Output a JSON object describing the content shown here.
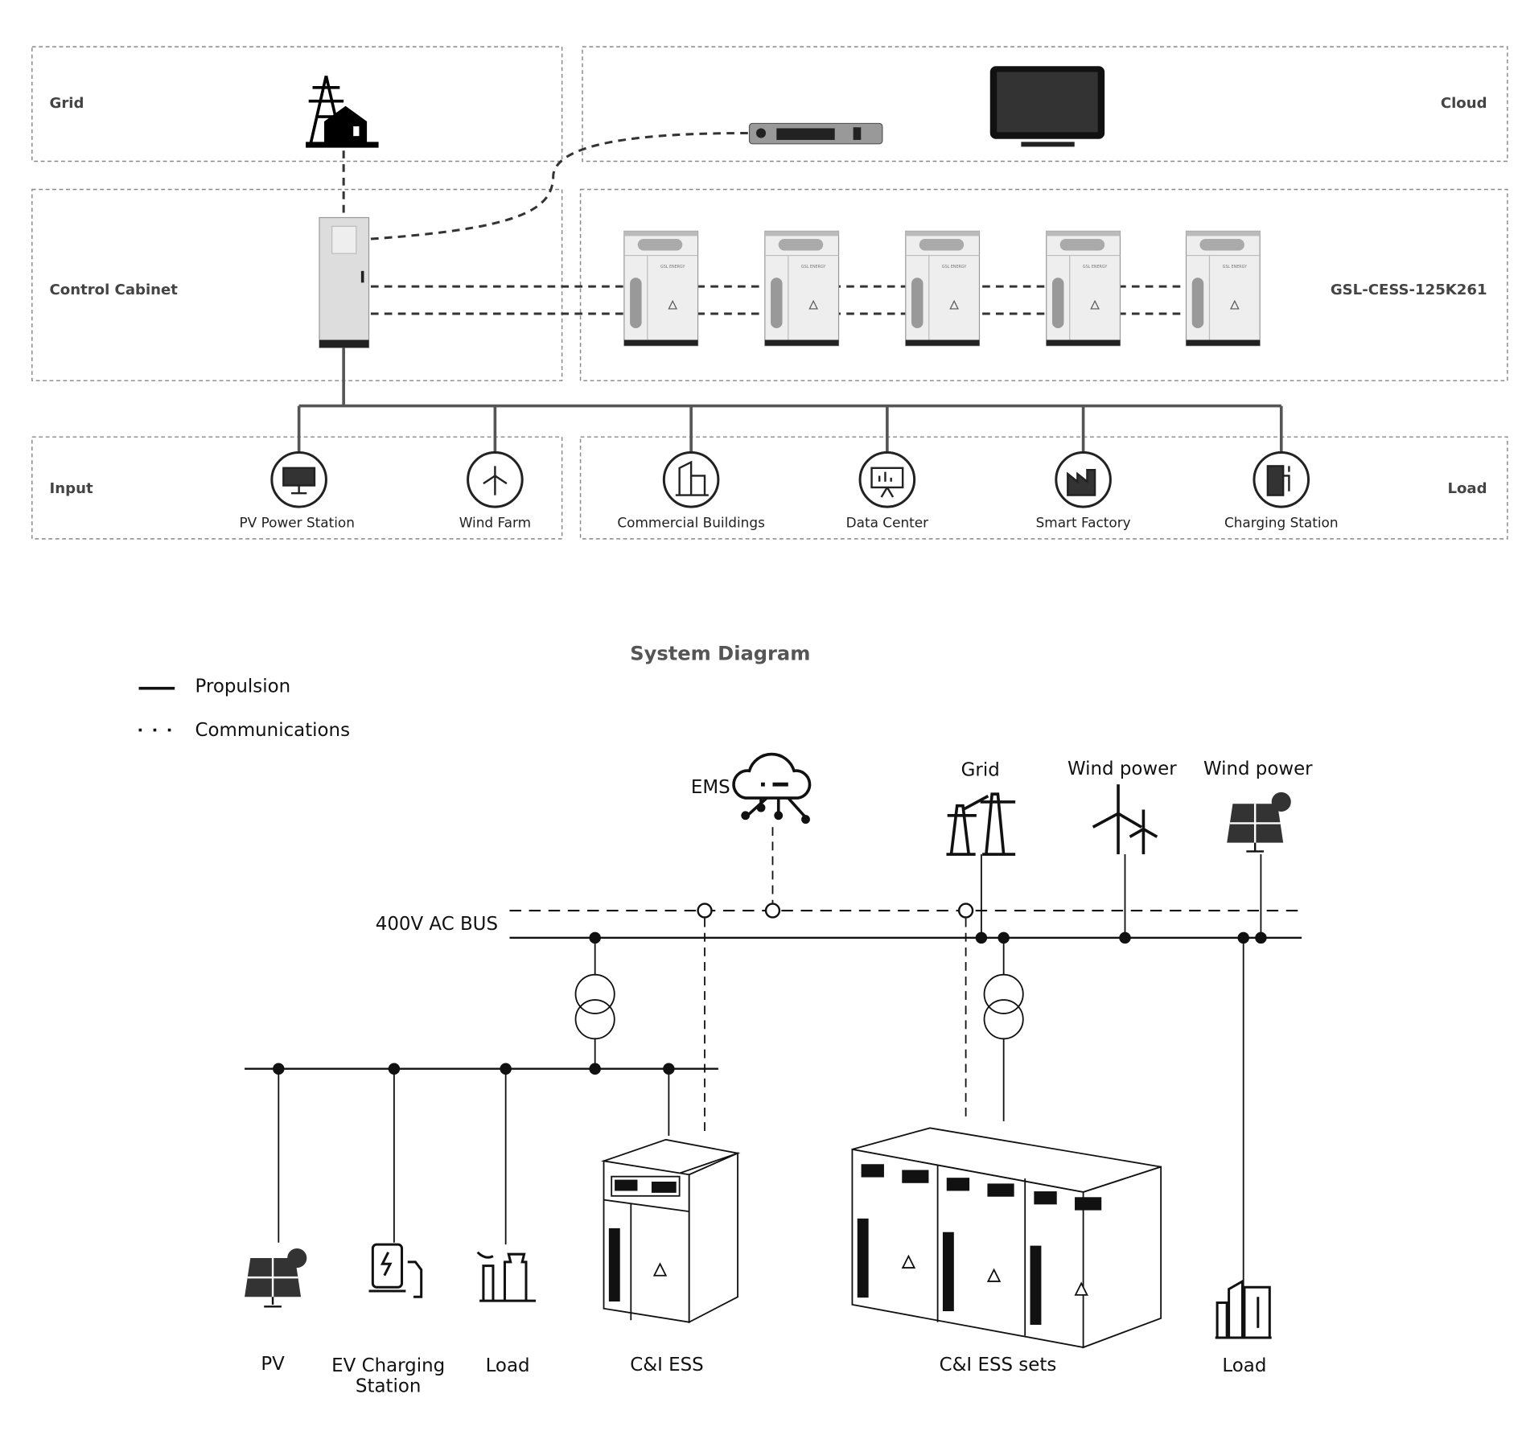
{
  "top": {
    "sections": {
      "grid": "Grid",
      "cloud": "Cloud",
      "control_cabinet": "Control Cabinet",
      "ess_model": "GSL-CESS-125K261",
      "input": "Input",
      "load": "Load"
    },
    "inputs": [
      "PV Power Station",
      "Wind Farm"
    ],
    "loads": [
      "Commercial Buildings",
      "Data Center",
      "Smart Factory",
      "Charging Station"
    ]
  },
  "diagram": {
    "title": "System Diagram",
    "legend": {
      "solid": "Propulsion",
      "dashed": "Communications"
    },
    "ems": "EMS",
    "bus_label": "400V AC BUS",
    "sources": {
      "grid": "Grid",
      "wind": "Wind power",
      "pv_top": "Wind power"
    },
    "bottom": {
      "pv": "PV",
      "ev_line1": "EV Charging",
      "ev_line2": "Station",
      "load": "Load",
      "ess": "C&I ESS",
      "ess_sets": "C&I ESS sets",
      "load_right": "Load"
    }
  }
}
